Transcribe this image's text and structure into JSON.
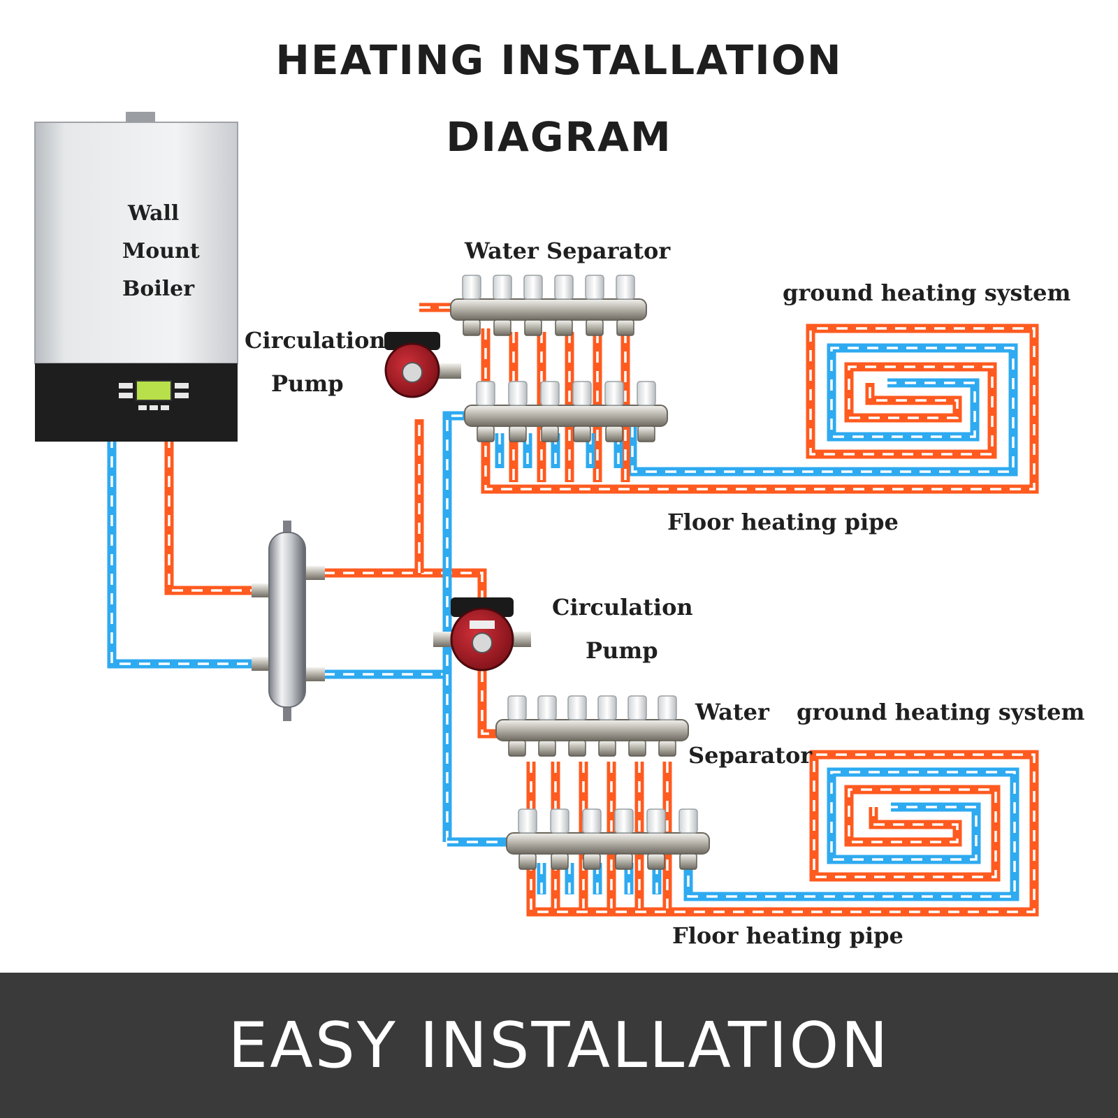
{
  "title": {
    "line1": "HEATING INSTALLATION",
    "line2": "DIAGRAM"
  },
  "boiler": {
    "line1": "Wall",
    "line2": "Mount",
    "line3": "Boiler"
  },
  "upper": {
    "separator_label": "Water Separator",
    "pump_line1": "Circulation",
    "pump_line2": "Pump",
    "system_label": "ground heating system",
    "pipe_label": "Floor heating pipe"
  },
  "lower": {
    "pump_line1": "Circulation",
    "pump_line2": "Pump",
    "separator_line1": "Water",
    "separator_line2": "Separator",
    "system_label": "ground heating system",
    "pipe_label": "Floor heating pipe"
  },
  "footer": {
    "text": "EASY INSTALLATION"
  },
  "colors": {
    "hot": "#ff5a1f",
    "cold": "#2eaaf0",
    "footer_bg": "#3a3a3a"
  },
  "icons": [
    "boiler-icon",
    "hydraulic-separator-icon",
    "circulation-pump-icon",
    "manifold-icon",
    "underfloor-coil-icon"
  ]
}
